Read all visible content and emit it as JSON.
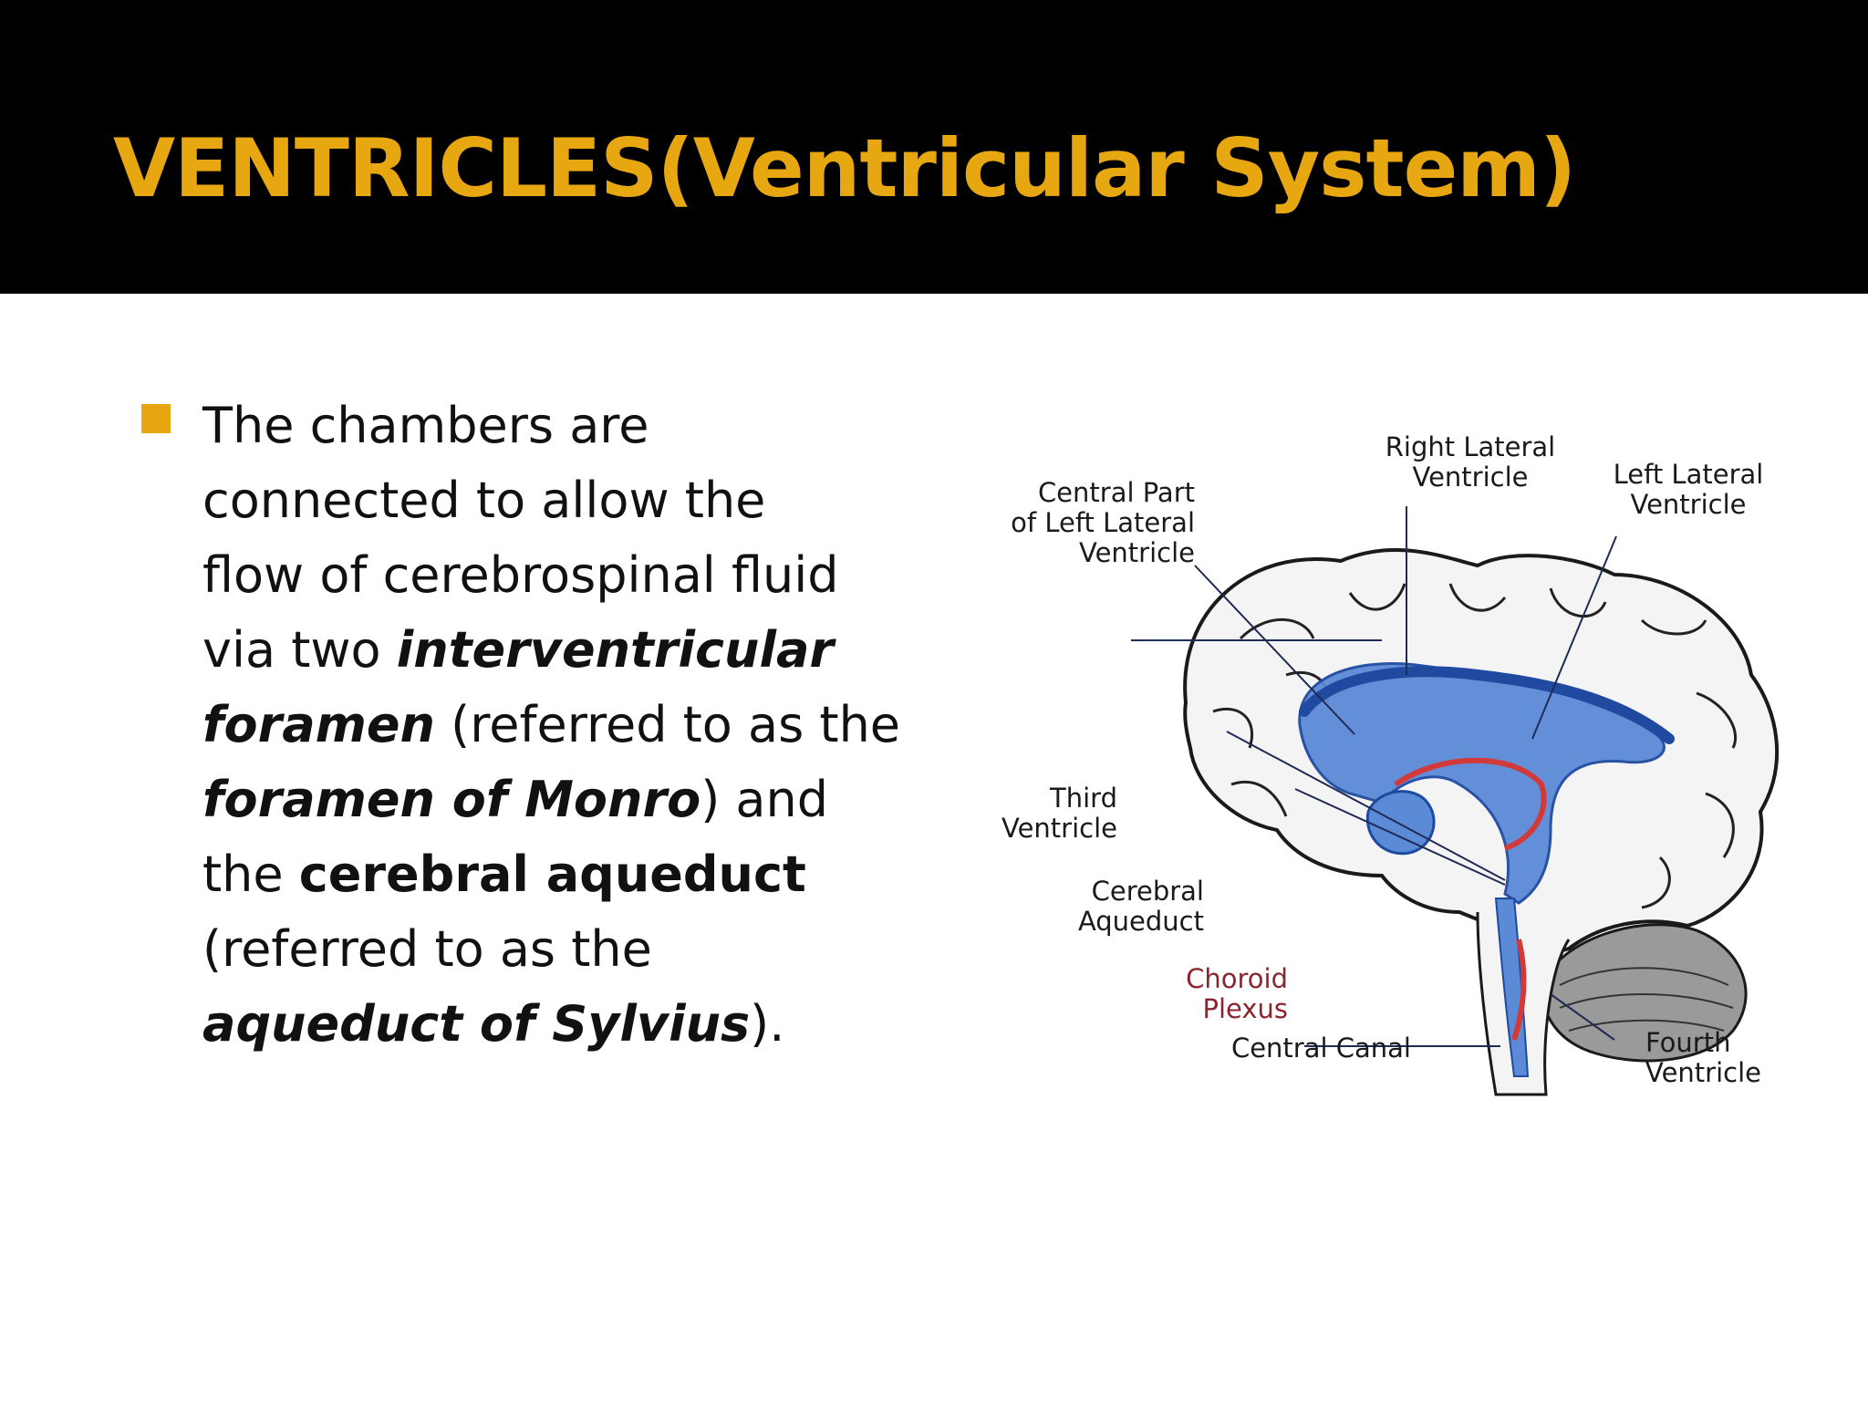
{
  "slide": {
    "title": "VENTRICLES(Ventricular System)",
    "accent_color": "#e7a711",
    "bullet": {
      "lines": [
        [
          "The chambers are"
        ],
        [
          "connected to allow the"
        ],
        [
          "flow of cerebrospinal fluid"
        ],
        [
          "via two ",
          "interventricular"
        ],
        [
          "foramen",
          " (referred to as the"
        ],
        [
          "foramen of Monro",
          ") and"
        ],
        [
          "the ",
          "cerebral aqueduct"
        ],
        [
          "(referred to as the"
        ],
        [
          "aqueduct of Sylvius",
          ")."
        ]
      ]
    }
  },
  "diagram": {
    "labels": {
      "right_lateral_1": "Right Lateral",
      "right_lateral_2": "Ventricle",
      "left_lateral_1": "Left Lateral",
      "left_lateral_2": "Ventricle",
      "central_part_1": "Central Part",
      "central_part_2": "of Left Lateral",
      "central_part_3": "Ventricle",
      "third_1": "Third",
      "third_2": "Ventricle",
      "aqueduct_1": "Cerebral",
      "aqueduct_2": "Aqueduct",
      "choroid_1": "Choroid",
      "choroid_2": "Plexus",
      "central_canal": "Central Canal",
      "fourth_1": "Fourth",
      "fourth_2": "Ventricle"
    },
    "colors": {
      "ventricle": "#5b8ad6",
      "ventricle_dark": "#1f4aa0",
      "choroid": "#d23a3a",
      "brain_outline": "#1a1a1a"
    }
  }
}
